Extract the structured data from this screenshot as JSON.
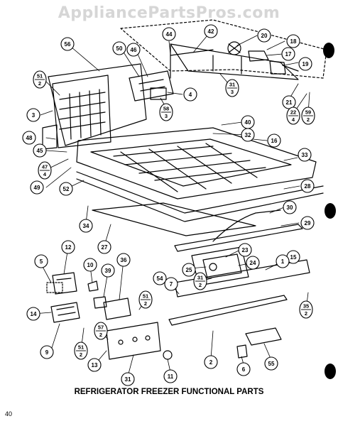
{
  "watermark": "AppliancePartsPros.com",
  "caption": "REFRIGERATOR FREEZER FUNCTIONAL PARTS",
  "page_number": "40",
  "callouts": [
    {
      "id": "c56",
      "text": "56"
    },
    {
      "id": "c50",
      "text": "50"
    },
    {
      "id": "c46",
      "text": "46"
    },
    {
      "id": "c44",
      "text": "44"
    },
    {
      "id": "c42",
      "text": "42"
    },
    {
      "id": "c20",
      "text": "20"
    },
    {
      "id": "c18",
      "text": "18"
    },
    {
      "id": "c17",
      "text": "17"
    },
    {
      "id": "c19",
      "text": "19"
    },
    {
      "id": "c51a",
      "text": "51",
      "sub": "2"
    },
    {
      "id": "c4",
      "text": "4"
    },
    {
      "id": "c58a",
      "text": "58",
      "sub": "3"
    },
    {
      "id": "c31a",
      "text": "31",
      "sub": "3"
    },
    {
      "id": "c21",
      "text": "21"
    },
    {
      "id": "c22",
      "text": "22",
      "sub": "4"
    },
    {
      "id": "c59",
      "text": "59",
      "sub": "2"
    },
    {
      "id": "c3",
      "text": "3"
    },
    {
      "id": "c40",
      "text": "40"
    },
    {
      "id": "c32",
      "text": "32"
    },
    {
      "id": "c48",
      "text": "48"
    },
    {
      "id": "c16",
      "text": "16"
    },
    {
      "id": "c45",
      "text": "45"
    },
    {
      "id": "c33",
      "text": "33"
    },
    {
      "id": "c47",
      "text": "47",
      "sub": "4"
    },
    {
      "id": "c49",
      "text": "49"
    },
    {
      "id": "c52",
      "text": "52"
    },
    {
      "id": "c28",
      "text": "28"
    },
    {
      "id": "c34",
      "text": "34"
    },
    {
      "id": "c30",
      "text": "30"
    },
    {
      "id": "c29",
      "text": "29"
    },
    {
      "id": "c27",
      "text": "27"
    },
    {
      "id": "c23",
      "text": "23"
    },
    {
      "id": "c15",
      "text": "15"
    },
    {
      "id": "c5",
      "text": "5"
    },
    {
      "id": "c12",
      "text": "12"
    },
    {
      "id": "c10",
      "text": "10"
    },
    {
      "id": "c39",
      "text": "39"
    },
    {
      "id": "c36",
      "text": "36"
    },
    {
      "id": "c25",
      "text": "25"
    },
    {
      "id": "c24",
      "text": "24"
    },
    {
      "id": "c1",
      "text": "1"
    },
    {
      "id": "c54",
      "text": "54"
    },
    {
      "id": "c7",
      "text": "7"
    },
    {
      "id": "c31b",
      "text": "31",
      "sub": "2"
    },
    {
      "id": "c51b",
      "text": "51",
      "sub": "2"
    },
    {
      "id": "c35",
      "text": "35",
      "sub": "2"
    },
    {
      "id": "c14",
      "text": "14"
    },
    {
      "id": "c57",
      "text": "57",
      "sub": "2"
    },
    {
      "id": "c51c",
      "text": "51",
      "sub": "2"
    },
    {
      "id": "c9",
      "text": "9"
    },
    {
      "id": "c13",
      "text": "13"
    },
    {
      "id": "c2",
      "text": "2"
    },
    {
      "id": "c6",
      "text": "6"
    },
    {
      "id": "c55",
      "text": "55"
    },
    {
      "id": "c11",
      "text": "11"
    },
    {
      "id": "c31c",
      "text": "31"
    }
  ]
}
